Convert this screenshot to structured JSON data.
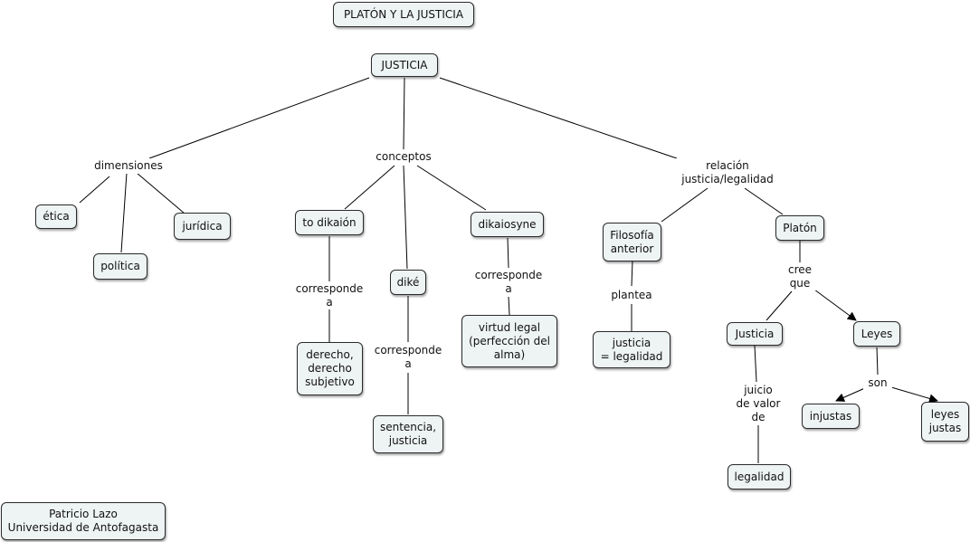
{
  "title": "PLATÓN Y LA JUSTICIA",
  "author": "Patricio Lazo\nUniversidad de Antofagasta",
  "concepts": {
    "justicia": "JUSTICIA",
    "etica": "ética",
    "politica": "política",
    "juridica": "jurídica",
    "to_dikaion": "to dikaión",
    "dike": "diké",
    "dikaiosyne": "dikaiosyne",
    "derecho": "derecho,\nderecho\nsubjetivo",
    "sentencia": "sentencia,\njusticia",
    "virtud_legal": "virtud legal\n(perfección del\nalma)",
    "filosofia_anterior": "Filosofía\nanterior",
    "justicia_legalidad": "justicia\n= legalidad",
    "platon": "Platón",
    "justicia_min": "Justicia",
    "leyes": "Leyes",
    "legalidad": "legalidad",
    "injustas": "injustas",
    "leyes_justas": "leyes\njustas"
  },
  "linking_phrases": {
    "dimensiones": "dimensiones",
    "conceptos": "conceptos",
    "relacion": "relación\njusticia/legalidad",
    "corresponde_a_1": "corresponde\na",
    "corresponde_a_2": "corresponde\na",
    "corresponde_a_3": "corresponde\na",
    "plantea": "plantea",
    "cree_que": "cree\nque",
    "juicio_de_valor_de": "juicio\nde valor\nde",
    "son": "son"
  }
}
